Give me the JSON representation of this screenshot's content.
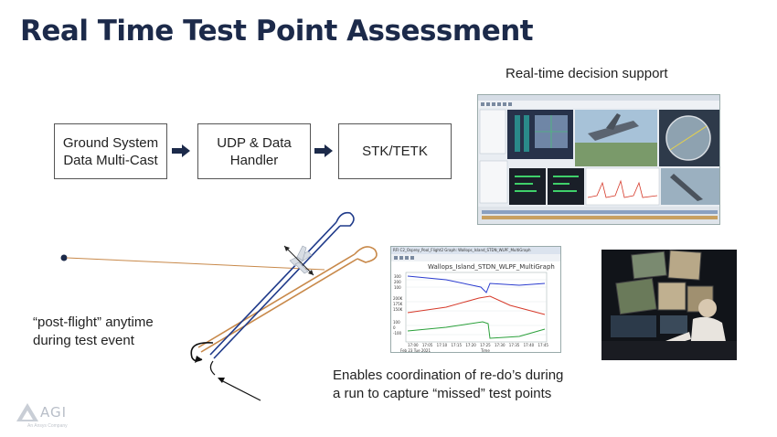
{
  "slide": {
    "title": "Real Time Test Point Assessment"
  },
  "flow": {
    "box1": [
      "Ground System",
      "Data Multi-Cast"
    ],
    "box2": [
      "UDP & Data",
      "Handler"
    ],
    "box3": "STK/TETK"
  },
  "captions": {
    "realtime": "Real-time decision support",
    "postflight": [
      "“post-flight” anytime",
      "during test event"
    ],
    "coordination": [
      "Enables coordination of re-do’s during",
      "a run to capture “missed” test points"
    ]
  },
  "graph_window": {
    "window_title": "RFI C2_Osprey_Pool_Flight2 Graph: Wallops_Island_STDN_WLPF_MultiGraph",
    "graph_title": "Wallops_Island_STDN_WLPF_MultiGraph",
    "time_label": "Time",
    "date_label": "Feb 23 Tue 2021",
    "x_ticks": [
      "17:00",
      "17:05",
      "17:10",
      "17:15",
      "17:20",
      "17:25",
      "17:30",
      "17:35",
      "17:40",
      "17:45"
    ],
    "panel1_ticks": [
      "300",
      "200",
      "100"
    ],
    "panel2_ticks": [
      "200K",
      "175K",
      "150K"
    ],
    "panel3_ticks": [
      "100",
      "0",
      "-100"
    ],
    "colors": {
      "blue": "#2b3ccf",
      "red": "#d63a2a",
      "green": "#2aa03a"
    }
  },
  "logo": {
    "text": "AGI",
    "tagline": "An Ansys Company"
  },
  "colors": {
    "title": "#1c2a4a",
    "track_blue": "#1f3a8a",
    "track_orange": "#c8894a"
  }
}
